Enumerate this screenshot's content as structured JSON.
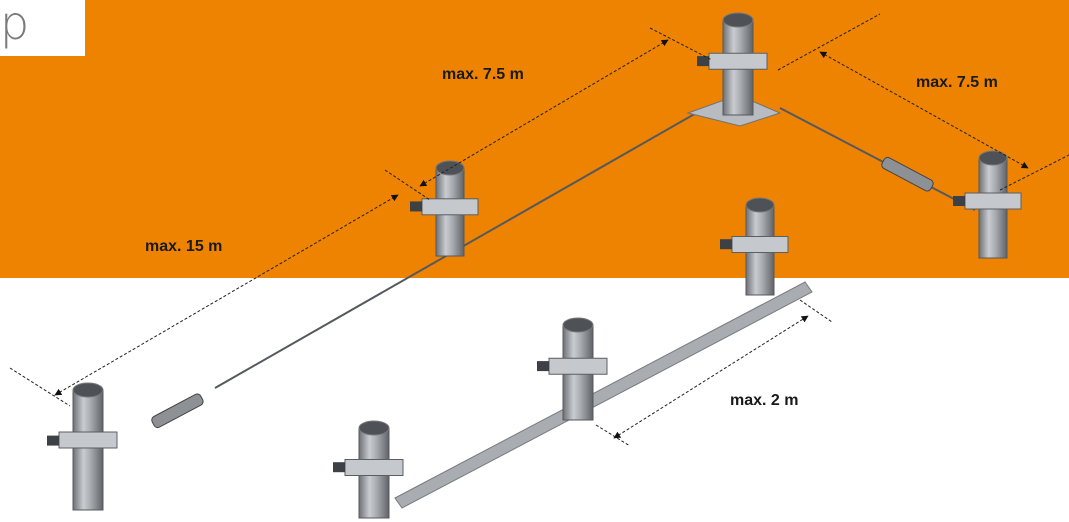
{
  "corner_text": "p",
  "labels": {
    "top_left_span": "max. 7.5 m",
    "top_right_span": "max. 7.5 m",
    "long_span": "max. 15 m",
    "rail_span": "max. 2 m"
  },
  "colors": {
    "background_band": "#ee8302",
    "background_lower": "#ffffff",
    "post_metal": "#9ea3a8",
    "text": "#1a1a1a"
  }
}
